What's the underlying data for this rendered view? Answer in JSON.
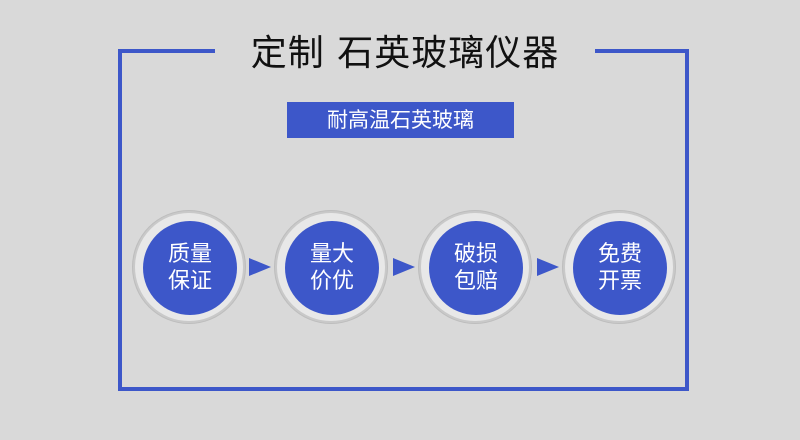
{
  "title": "定制  石英玻璃仪器",
  "subtitle": "耐高温石英玻璃",
  "steps": [
    {
      "line1": "质量",
      "line2": "保证"
    },
    {
      "line1": "量大",
      "line2": "价优"
    },
    {
      "line1": "破损",
      "line2": "包赔"
    },
    {
      "line1": "免费",
      "line2": "开票"
    }
  ],
  "colors": {
    "accent": "#3d57c9",
    "background": "#d9d9d9",
    "ring": "#e8e8e8"
  },
  "icons": [
    "arrow-right-icon"
  ]
}
